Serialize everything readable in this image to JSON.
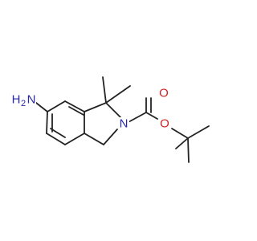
{
  "molecule": {
    "atoms": [
      {
        "id": "amine",
        "text": "H",
        "subscript": "2",
        "text_main": "N"
      },
      {
        "id": "ring-n",
        "text": "N"
      },
      {
        "id": "carbonyl-o",
        "text": "O"
      },
      {
        "id": "ester-o",
        "text": "O"
      }
    ],
    "amine_label": {
      "h": "H",
      "sub": "2",
      "n": "N"
    },
    "ring_n_label": "N",
    "carbonyl_o_label": "O",
    "ester_o_label": "O"
  },
  "colors": {
    "bond": "#222222",
    "nitrogen": "#2a2aa8",
    "oxygen": "#cc2222"
  }
}
